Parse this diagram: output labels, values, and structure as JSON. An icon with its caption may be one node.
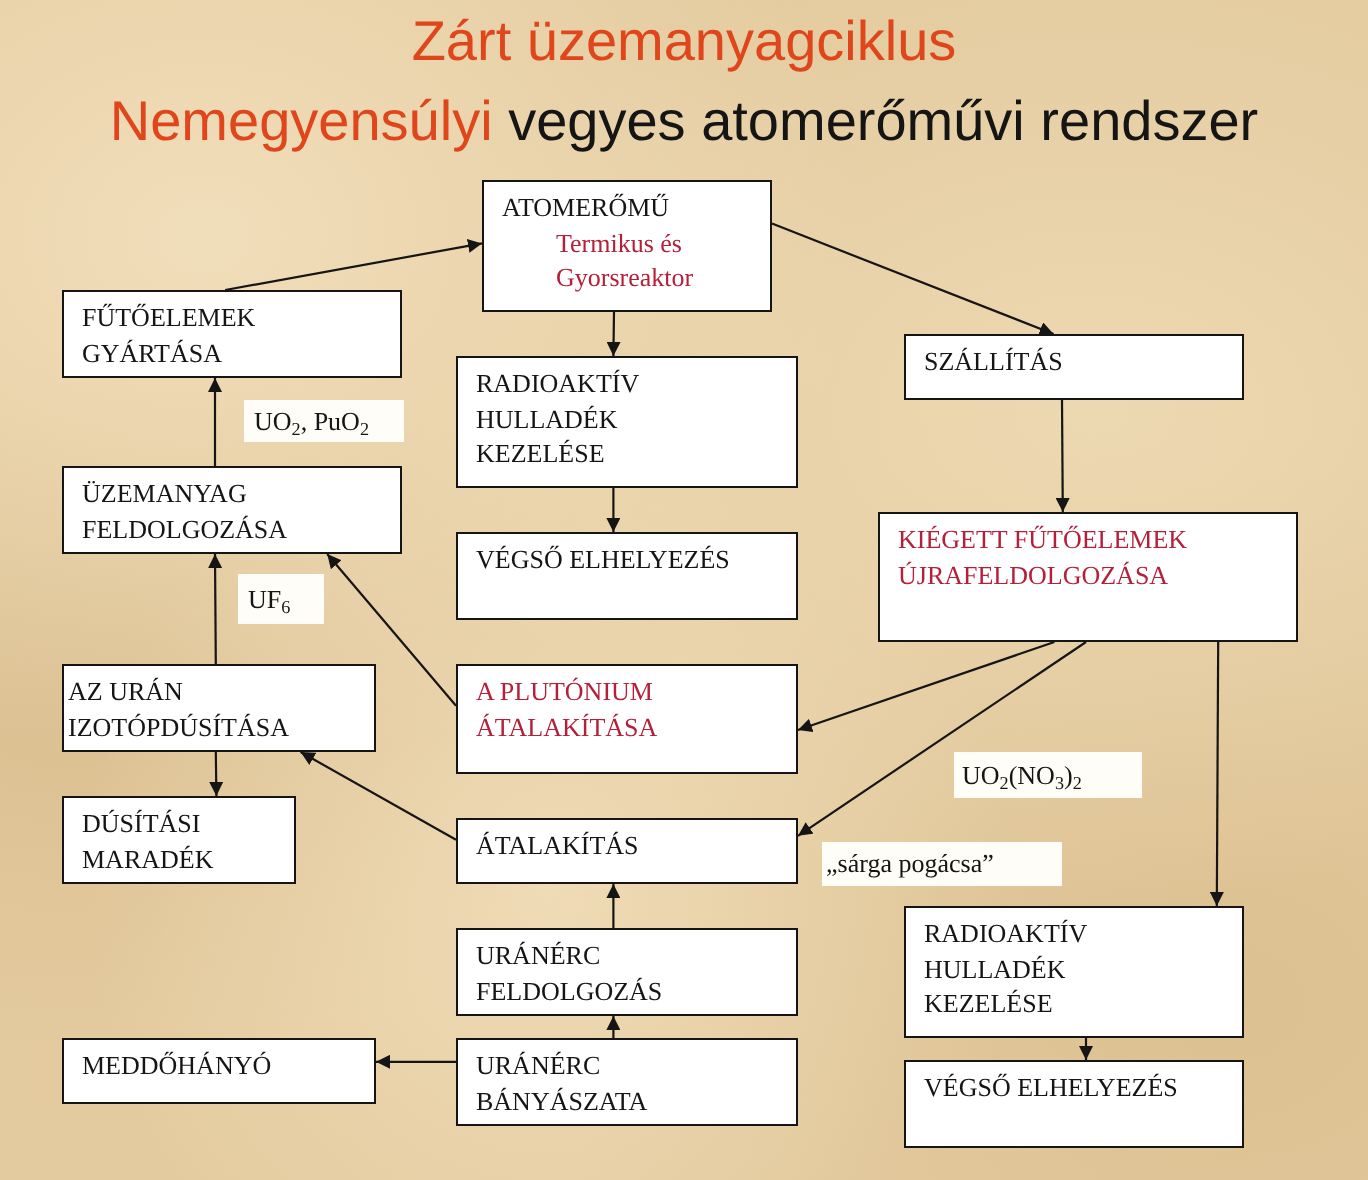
{
  "diagram": {
    "title": "Zárt üzemanyagciklus",
    "nodes": [
      {
        "text": [
          "ATOMERŐMŰ",
          "Termikus és Gyorsreaktor"
        ]
      },
      {
        "text": [
          "FŰTŐELEMEK GYÁRTÁSA"
        ]
      },
      {
        "text": [
          "SZÁLLÍTÁS"
        ]
      },
      {
        "text": [
          "RADIOAKTÍV HULLADÉK KEZELÉSE"
        ]
      },
      {
        "text": [
          "ÜZEMANYAG FELDOLGOZÁSA"
        ]
      },
      {
        "text": [
          "KIÉGETT FŰTŐELEMEK ÚJRAFELDOLGOZÁSA"
        ]
      },
      {
        "text": [
          "VÉGSŐ ELHELYEZÉS"
        ]
      },
      {
        "text": [
          "AZ URÁN IZOTÓPDÚSÍTÁSA"
        ]
      },
      {
        "text": [
          "A PLUTÓNIUM ÁTALAKÍTÁSA"
        ]
      },
      {
        "text": [
          "DÚSÍTÁSI MARADÉK"
        ]
      },
      {
        "text": [
          "ÁTALAKÍTÁS"
        ]
      },
      {
        "text": [
          "RADIOAKTÍV HULLADÉK KEZELÉSE"
        ]
      },
      {
        "text": [
          "URÁNÉRC FELDOLGOZÁS"
        ]
      },
      {
        "text": [
          "MEDDŐHÁNYÓ"
        ]
      },
      {
        "text": [
          "URÁNÉRC BÁNYÁSZATA"
        ]
      },
      {
        "text": [
          "VÉGSŐ ELHELYEZÉS"
        ]
      }
    ],
    "edges": [
      {
        "from": 1,
        "to": 0,
        "arrow": "to"
      },
      {
        "from": 0,
        "to": 2,
        "arrow": "to"
      },
      {
        "from": 0,
        "to": 3,
        "arrow": "to"
      },
      {
        "from": 3,
        "to": 6,
        "arrow": "to"
      },
      {
        "from": 2,
        "to": 5,
        "arrow": "to"
      },
      {
        "from": 5,
        "to": 8,
        "arrow": "to"
      },
      {
        "from": 5,
        "to": 10,
        "arrow": "to",
        "label": "UO$_{2}$(NO$_{3}$)$_{2}$"
      },
      {
        "from": 5,
        "to": 11,
        "arrow": "to"
      },
      {
        "from": 11,
        "to": 15,
        "arrow": "to"
      },
      {
        "from": 10,
        "to": 7,
        "arrow": "to"
      },
      {
        "from": 8,
        "to": 4,
        "arrow": "to"
      },
      {
        "from": 7,
        "to": 4,
        "arrow": "to",
        "label": "UF$_{6}$"
      },
      {
        "from": 7,
        "to": 9,
        "arrow": "to"
      },
      {
        "from": 4,
        "to": 1,
        "arrow": "to",
        "label": "UO$_{2}$, PuO$_{2}$"
      },
      {
        "from": 12,
        "to": 10,
        "arrow": "to"
      },
      {
        "from": 14,
        "to": 12,
        "arrow": "to"
      },
      {
        "from": 14,
        "to": 13,
        "arrow": "to"
      }
    ],
    "labels": [
      "Nemegyensúlyi vegyes atomerőművi rendszer",
      "„sárga pogácsa”"
    ]
  }
}
